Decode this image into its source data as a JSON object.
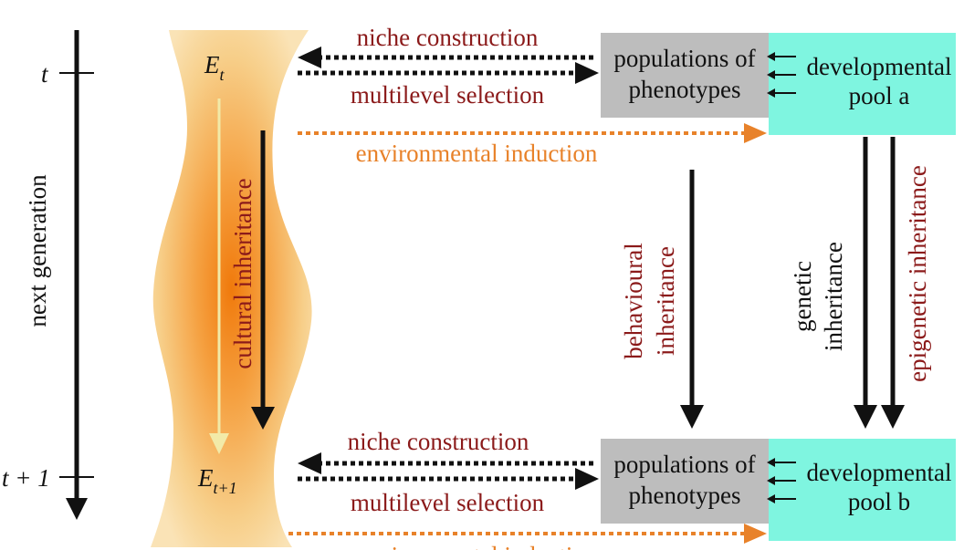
{
  "timeline": {
    "t_label": "t",
    "t_next_label": "t + 1",
    "axis_label": "next generation"
  },
  "environment": {
    "e_t": {
      "base": "E",
      "sub": "t"
    },
    "e_t1": {
      "base": "E",
      "sub": "t+1"
    },
    "cultural_label": "cultural inheritance"
  },
  "upper": {
    "niche_label": "niche construction",
    "selection_label": "multilevel selection",
    "induction_label": "environmental induction",
    "phenotypes_line1": "populations of",
    "phenotypes_line2": "phenotypes",
    "pool_line1": "developmental",
    "pool_line2": "pool a"
  },
  "lower": {
    "niche_label": "niche construction",
    "selection_label": "multilevel selection",
    "induction_label": "environmental induction",
    "phenotypes_line1": "populations of",
    "phenotypes_line2": "phenotypes",
    "pool_line1": "developmental",
    "pool_line2": "pool b"
  },
  "inheritance": {
    "behavioural_line1": "behavioural",
    "behavioural_line2": "inheritance",
    "genetic_line1": "genetic",
    "genetic_line2": "inheritance",
    "epigenetic_label": "epigenetic inheritance"
  },
  "colors": {
    "text_dark_red": "#8b1a1a",
    "induction_orange": "#e8822a",
    "phenotype_box": "#bdbdbd",
    "pool_box": "#7ff5e0"
  }
}
